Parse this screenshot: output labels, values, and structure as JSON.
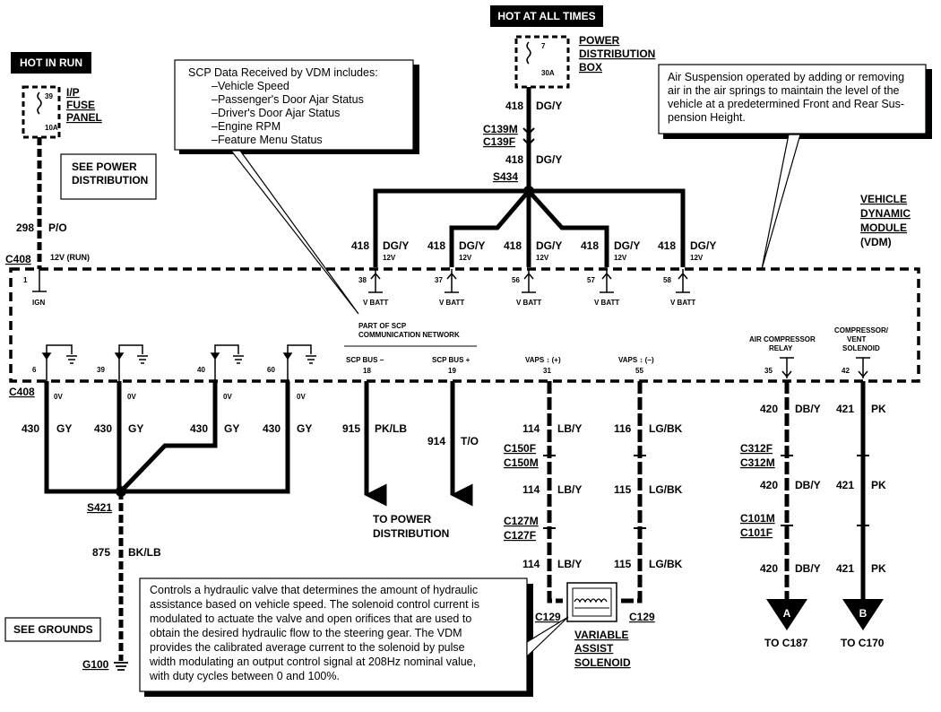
{
  "labels": {
    "hot_in_run": "HOT IN RUN",
    "hot_at_all_times": "HOT AT ALL TIMES",
    "ip_fuse_panel": [
      "I/P",
      "FUSE",
      "PANEL"
    ],
    "fuse_ip_num": "39",
    "fuse_ip_rating": "10A",
    "power_dist_box": [
      "POWER",
      "DISTRIBUTION",
      "BOX"
    ],
    "fuse_pdb_num": "7",
    "fuse_pdb_rating": "30A",
    "see_power_distribution": [
      "SEE POWER",
      "DISTRIBUTION"
    ],
    "see_grounds": "SEE GROUNDS",
    "vdm": [
      "VEHICLE",
      "DYNAMIC",
      "MODULE",
      "(VDM)"
    ],
    "to_power_distribution": [
      "TO POWER",
      "DISTRIBUTION"
    ],
    "variable_assist_solenoid": [
      "VARIABLE",
      "ASSIST",
      "SOLENOID"
    ],
    "part_of_scp": [
      "PART OF SCP",
      "COMMUNICATION NETWORK"
    ],
    "air_compressor_relay": [
      "AIR COMPRESSOR",
      "RELAY"
    ],
    "compressor_vent_solenoid": [
      "COMPRESSOR/",
      "VENT",
      "SOLENOID"
    ],
    "to_c187": "TO C187",
    "to_c170": "TO C170",
    "conn_a": "A",
    "conn_b": "B",
    "ground_g100": "G100",
    "splice_s434": "S434",
    "splice_s421": "S421",
    "v12": "12V",
    "v12_run": "12V (RUN)",
    "v0": "0V",
    "ign": "IGN",
    "v_batt": "V BATT",
    "scp_bus_minus": "SCP BUS −",
    "scp_bus_plus": "SCP BUS +",
    "vaps_plus": "VAPS ↕ (+)",
    "vaps_minus": "VAPS ↕ (−)"
  },
  "notes": {
    "scp_title": "SCP Data Received by VDM includes:",
    "scp_items": [
      "–Vehicle Speed",
      "–Passenger's Door Ajar Status",
      "–Driver's Door Ajar Status",
      "–Engine RPM",
      "–Feature Menu Status"
    ],
    "air_suspension": [
      "Air Suspension operated by adding or removing",
      "air in the air springs to maintain the level of the",
      "vehicle at a predetermined Front and Rear Sus-",
      "pension Height."
    ],
    "hydraulic": [
      "Controls a hydraulic valve that determines the amount of hydraulic",
      "assistance based on vehicle speed.  The solenoid control current is",
      "modulated to actuate the valve and open orifices that are used to",
      "obtain the desired hydraulic flow to the steering gear.  The VDM",
      "provides the calibrated average current to the solenoid by pulse",
      "width modulating an output control signal at 208Hz nominal value,",
      "with duty cycles between 0 and 100%."
    ]
  },
  "connectors": {
    "c408_top": "C408",
    "c408_bot": "C408",
    "c139m": "C139M",
    "c139f": "C139F",
    "c150f": "C150F",
    "c150m": "C150M",
    "c127m": "C127M",
    "c127f": "C127F",
    "c129_left": "C129",
    "c129_right": "C129",
    "c312f": "C312F",
    "c312m": "C312M",
    "c101m": "C101M",
    "c101f": "C101F"
  },
  "wires": {
    "w298": [
      "298",
      "P/O"
    ],
    "w418_a": [
      "418",
      "DG/Y"
    ],
    "w418_b": [
      "418",
      "DG/Y"
    ],
    "vbatt": [
      [
        "418",
        "DG/Y"
      ],
      [
        "418",
        "DG/Y"
      ],
      [
        "418",
        "DG/Y"
      ],
      [
        "418",
        "DG/Y"
      ],
      [
        "418",
        "DG/Y"
      ]
    ],
    "grounds": [
      [
        "430",
        "GY"
      ],
      [
        "430",
        "GY"
      ],
      [
        "430",
        "GY"
      ],
      [
        "430",
        "GY"
      ]
    ],
    "w915": [
      "915",
      "PK/LB"
    ],
    "w914": [
      "914",
      "T/O"
    ],
    "lby": [
      "114",
      "LB/Y"
    ],
    "lgbk": [
      "115",
      "LG/BK"
    ],
    "lgbk_top_num": "116",
    "dby": [
      "420",
      "DB/Y"
    ],
    "pk": [
      "421",
      "PK"
    ],
    "w875": [
      "875",
      "BK/LB"
    ]
  },
  "pins": {
    "ign": "1",
    "vbatt": [
      "38",
      "37",
      "56",
      "57",
      "58"
    ],
    "gnd": [
      "6",
      "39",
      "40",
      "60"
    ],
    "scp_minus": "18",
    "scp_plus": "19",
    "vaps_plus": "31",
    "vaps_minus": "55",
    "relay": "35",
    "vent": "42"
  }
}
